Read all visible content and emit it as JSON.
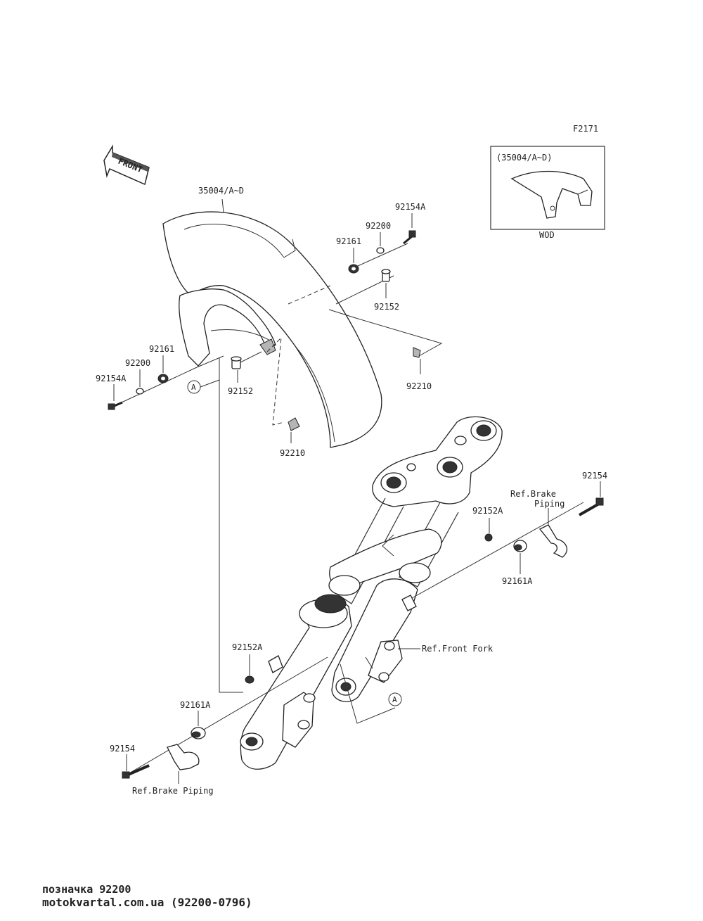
{
  "figure_code": "F2171",
  "front_label": "FRONT",
  "inset": {
    "ref": "(35004/A~D)",
    "caption": "WOD"
  },
  "parts": {
    "p35004": "35004/A~D",
    "p92154A_top": "92154A",
    "p92200_top": "92200",
    "p92161_top": "92161",
    "p92152_top": "92152",
    "p92210_right": "92210",
    "p92161_left": "92161",
    "p92200_left": "92200",
    "p92154A_left": "92154A",
    "p92152_left": "92152",
    "p92210_mid": "92210",
    "p92154_right": "92154",
    "p92152A_right": "92152A",
    "p92161A_right": "92161A",
    "p92152A_left": "92152A",
    "p92161A_left": "92161A",
    "p92154_left": "92154"
  },
  "refs": {
    "brake_piping_right_line1": "Ref.Brake",
    "brake_piping_right_line2": "Piping",
    "front_fork": "Ref.Front Fork",
    "brake_piping_left": "Ref.Brake Piping"
  },
  "markers": {
    "a_left": "A",
    "a_right": "A"
  },
  "footer": {
    "line1": "позначка 92200",
    "line2": "motokvartal.com.ua (92200-0796)"
  }
}
